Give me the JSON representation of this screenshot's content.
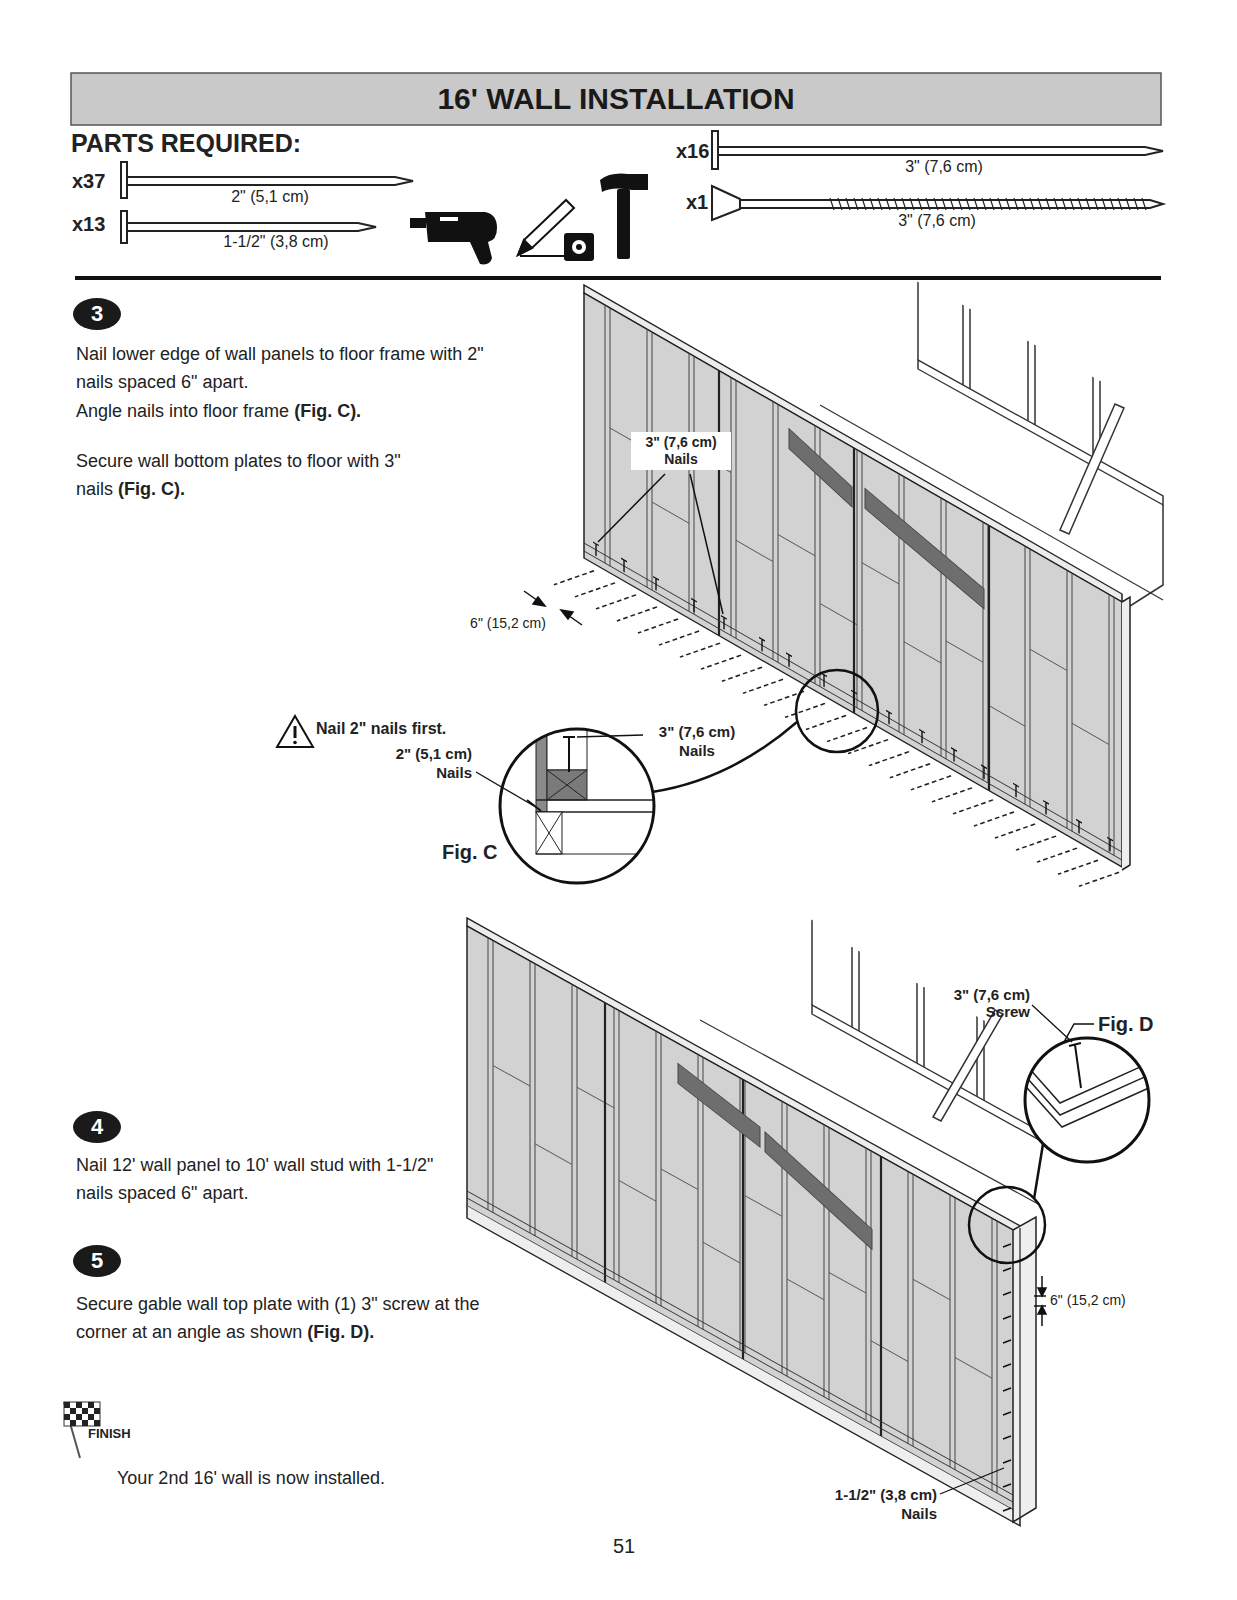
{
  "diagram": {
    "title": "16' WALL INSTALLATION",
    "nodes": [
      {
        "text": [
          "3"
        ]
      },
      {
        "text": [
          "4"
        ]
      },
      {
        "text": [
          "5"
        ]
      }
    ],
    "labels": [
      "PARTS REQUIRED:",
      "x37",
      "2\" (5,1 cm)",
      "x13",
      "1-1/2\" (3,8 cm)",
      "x16",
      "3\" (7,6 cm)",
      "x1",
      "3\" (7,6 cm)",
      "Nail lower edge of wall panels to floor frame with 2\" nails spaced 6\" apart.",
      "Angle nails into floor frame",
      "(Fig. C).",
      "Secure wall bottom plates to floor with 3\" nails",
      "(Fig. C).",
      "3\" (7,6 cm) Nails",
      "6\" (15,2 cm)",
      "Nail 2\" nails first.",
      "2\" (5,1 cm) Nails",
      "3\" (7,6 cm) Nails",
      "Fig. C",
      "3\" (7,6 cm) Screw",
      "Fig. D",
      "6\" (15,2 cm)",
      "1-1/2\" (3,8 cm) Nails",
      "Nail 12' wall panel to 10' wall stud with 1-1/2\" nails spaced 6\" apart.",
      "Secure gable wall top plate with (1) 3\" screw at the corner at an angle as shown",
      "(Fig. D).",
      "FINISH",
      "Your 2nd 16' wall is now installed.",
      "51"
    ]
  }
}
